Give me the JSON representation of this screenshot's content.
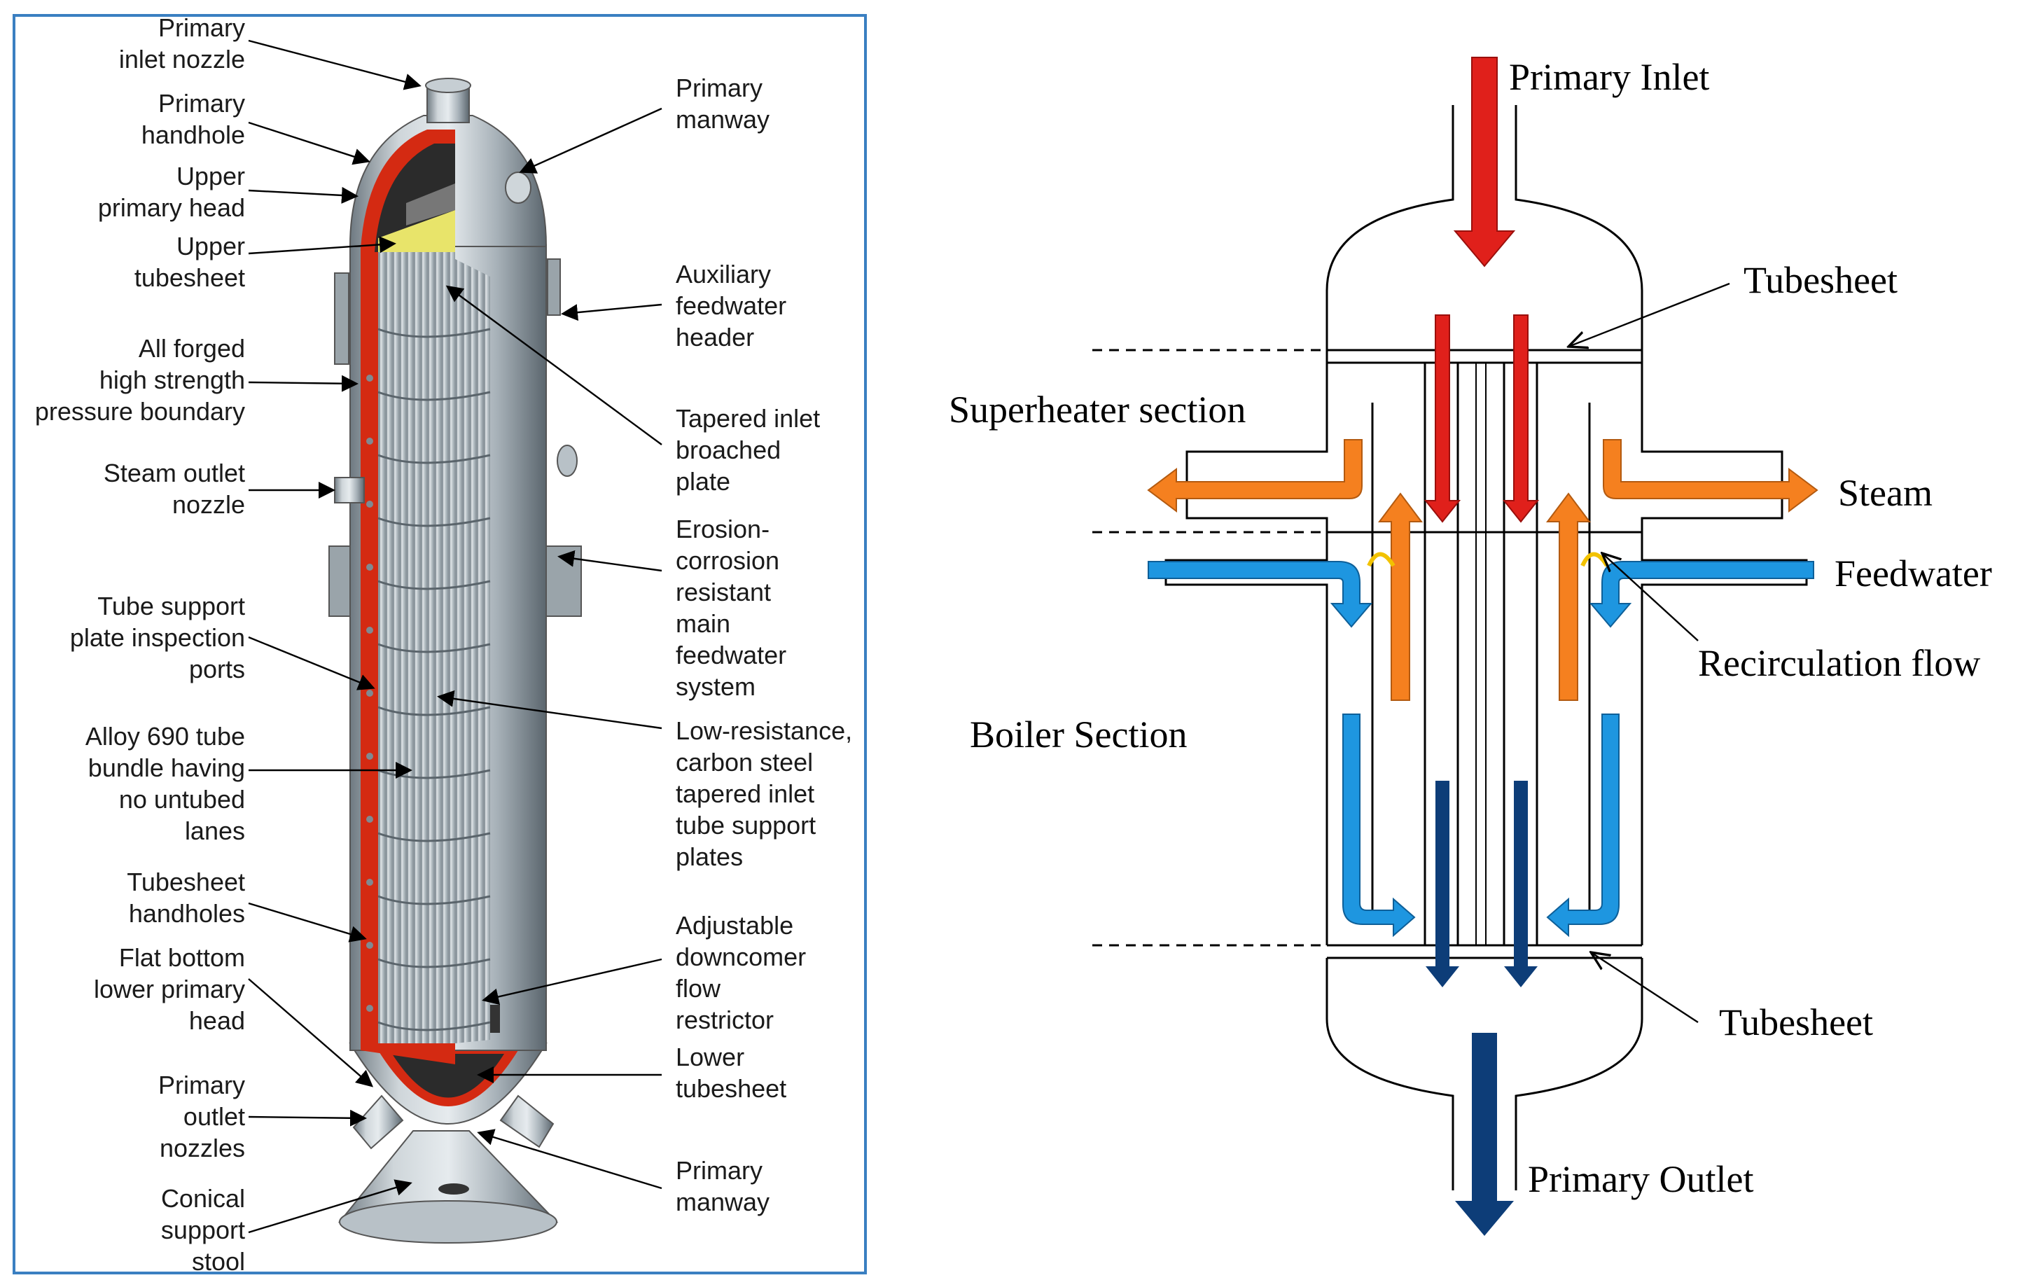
{
  "left_panel": {
    "labels_left": [
      [
        "Primary",
        "inlet nozzle"
      ],
      [
        "Primary",
        "handhole"
      ],
      [
        "Upper",
        "primary head"
      ],
      [
        "Upper",
        "tubesheet"
      ],
      [
        "All forged",
        "high strength",
        "pressure boundary"
      ],
      [
        "Steam outlet",
        "nozzle"
      ],
      [
        "Tube support",
        "plate inspection",
        "ports"
      ],
      [
        "Alloy 690 tube",
        "bundle having",
        "no untubed",
        "lanes"
      ],
      [
        "Tubesheet",
        "handholes"
      ],
      [
        "Flat bottom",
        "lower primary",
        "head"
      ],
      [
        "Primary",
        "outlet",
        "nozzles"
      ],
      [
        "Conical",
        "support",
        "stool"
      ]
    ],
    "labels_right": [
      [
        "Primary",
        "manway"
      ],
      [
        "Auxiliary",
        "feedwater",
        "header"
      ],
      [
        "Tapered inlet",
        "broached",
        "plate"
      ],
      [
        "Erosion-",
        "corrosion",
        "resistant",
        "main",
        "feedwater",
        "system"
      ],
      [
        "Low-resistance,",
        "carbon steel",
        "tapered inlet",
        "tube support",
        "plates"
      ],
      [
        "Adjustable",
        "downcomer",
        "flow",
        "restrictor"
      ],
      [
        "Lower",
        "tubesheet"
      ],
      [
        "Primary",
        "manway"
      ]
    ]
  },
  "right_panel": {
    "primary_inlet": "Primary Inlet",
    "tubesheet_top": "Tubesheet",
    "superheater_section": "Superheater section",
    "steam": "Steam",
    "feedwater": "Feedwater",
    "recirculation_flow": "Recirculation  flow",
    "boiler_section": "Boiler  Section",
    "tubesheet_bottom": "Tubesheet",
    "primary_outlet": "Primary Outlet"
  },
  "colors": {
    "primary_hot": "#e0201b",
    "primary_cold": "#0d3d78",
    "steam": "#f5801f",
    "feedwater": "#1e96e0",
    "recirculation": "#f2c200",
    "vessel_steel": "#a9b2b8",
    "vessel_cutaway": "#d42a12",
    "panel_border": "#3a7fc1"
  }
}
